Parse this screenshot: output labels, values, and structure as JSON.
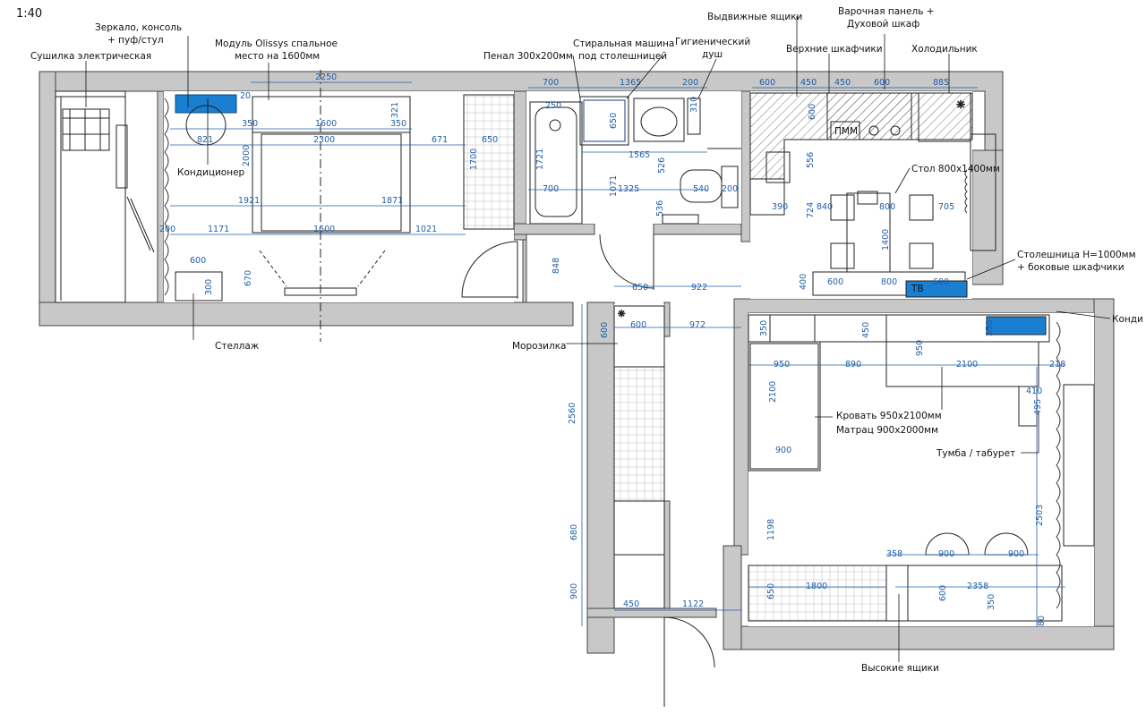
{
  "scale": "1:40",
  "labels": {
    "dryer": "Сушилка электрическая",
    "mirror_1": "Зеркало, консоль",
    "mirror_2": "+ пуф/стул",
    "module_1": "Модуль Olissys спальное",
    "module_2": "место на 1600мм",
    "aircon_left": "Кондиционер",
    "shelf": "Стеллаж",
    "pencil": "Пенал 300x200мм",
    "washer_1": "Стиральная машина",
    "washer_2": "под столешницей",
    "hygienic_1": "Гигиенический",
    "hygienic_2": "душ",
    "drawers": "Выдвижные ящики",
    "hob_1": "Варочная панель +",
    "hob_2": "Духовой шкаф",
    "upper_cabinets": "Верхние шкафчики",
    "fridge": "Холодильник",
    "table": "Стол 800x1400мм",
    "pmm": "ПММ",
    "tv": "ТВ",
    "countertop_1": "Столешница H=1000мм",
    "countertop_2": "+ боковые шкафчики",
    "aircon_right": "Конди",
    "freezer": "Морозилка",
    "bed_1": "Кровать 950x2100мм",
    "bed_2": "Матрац 900x2000мм",
    "nightstand": "Тумба / табурет",
    "tall_drawers": "Высокие ящики"
  },
  "dimensions": {
    "d2250": "2250",
    "d20": "20",
    "d321": "321",
    "d1600a": "1600",
    "d350a": "350",
    "d350b": "350",
    "d2300": "2300",
    "d821": "821",
    "d671": "671",
    "d650a": "650",
    "d2000": "2000",
    "d1700": "1700",
    "d1721": "1721",
    "d1921": "1921",
    "d1871": "1871",
    "d200a": "200",
    "d1171": "1171",
    "d1600b": "1600",
    "d1021": "1021",
    "d600a": "600",
    "d300": "300",
    "d670": "670",
    "d700a": "700",
    "d1365": "1365",
    "d200b": "200",
    "d310": "310",
    "d650b": "650",
    "d1565": "1565",
    "d526": "526",
    "d700b": "700",
    "d1071": "1071",
    "d1325": "1325",
    "d540": "540",
    "d200c": "200",
    "d536": "536",
    "d848": "848",
    "d650c": "650",
    "d922": "922",
    "d600b": "600",
    "d450a": "450",
    "d450b": "450",
    "d600c": "600",
    "d885": "885",
    "d600d": "600",
    "d556": "556",
    "d724": "724",
    "d390": "390",
    "d840": "840",
    "d800a": "800",
    "d705": "705",
    "d1400": "1400",
    "d400": "400",
    "d600e": "600",
    "d800b": "800",
    "d600f": "600",
    "d600g": "600",
    "d600h": "600",
    "d972": "972",
    "d350c": "350",
    "d450c": "450",
    "d950a": "950",
    "d890": "890",
    "d950b": "950",
    "d2100a": "2100",
    "d2100b": "2100",
    "d218": "218",
    "d410": "410",
    "d495": "495",
    "d900a": "900",
    "d2560": "2560",
    "d1198": "1198",
    "d680": "680",
    "d900b": "900",
    "d450d": "450",
    "d1122": "1122",
    "d650d": "650",
    "d1800": "1800",
    "d358": "358",
    "d900c": "900",
    "d900d": "900",
    "d600i": "600",
    "d2358": "2358",
    "d350d": "350",
    "d2503": "2503",
    "d80": "80",
    "d250": "250",
    "d350e": "350"
  },
  "colors": {
    "wall": "#c8c8c8",
    "dim": "#1f5fa8",
    "accent": "#1a7fd1",
    "line": "#111111"
  }
}
